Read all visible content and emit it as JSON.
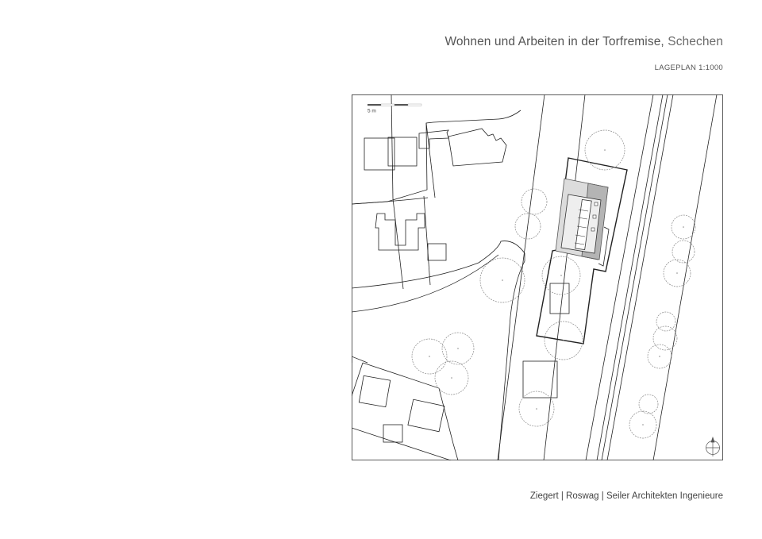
{
  "header": {
    "title_main": "Wohnen und Arbeiten in der Torfremise,",
    "title_place": "Schechen",
    "plan_label": "LAGEPLAN 1:1000"
  },
  "plan": {
    "scale_bar_label": "5 m",
    "north_arrow": "north-arrow-icon"
  },
  "footer": {
    "credits": "Ziegert | Roswag | Seiler  Architekten Ingenieure"
  },
  "colors": {
    "line": "#222222",
    "tree": "#8a8a8a",
    "roof_light": "#dcdcdc",
    "roof_dark": "#b4b4b4"
  }
}
